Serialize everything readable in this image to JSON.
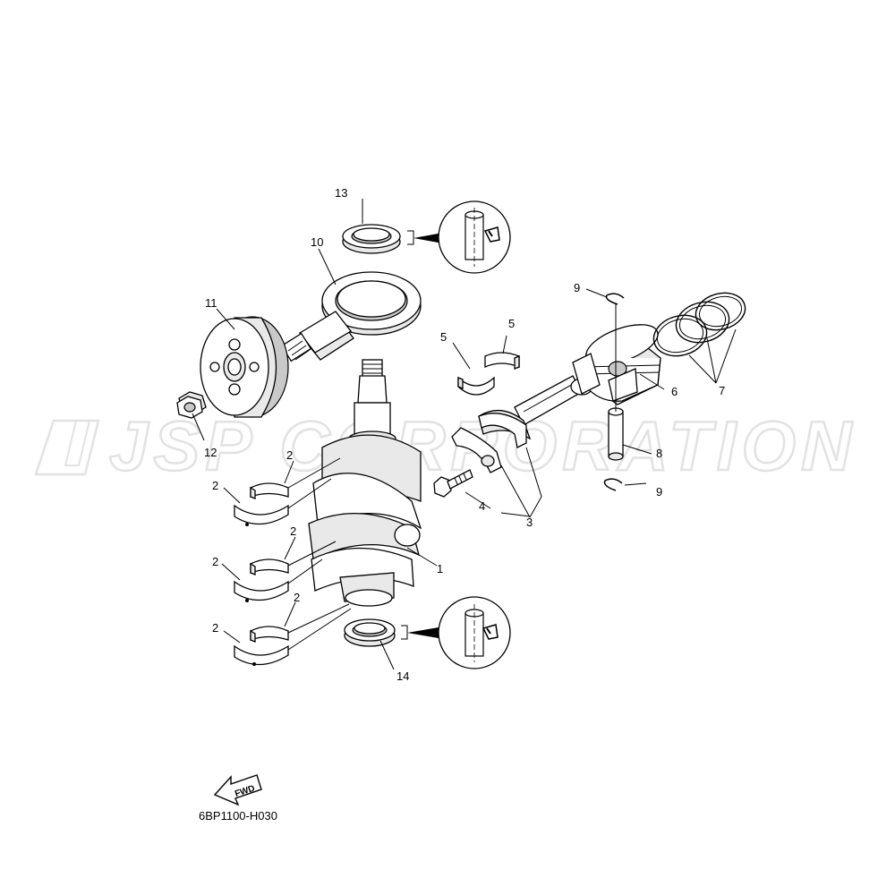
{
  "diagram": {
    "watermark": "JSP CORPORATION",
    "part_code": "6BP1100-H030",
    "fwd_label": "FWD",
    "callouts": {
      "c1": "1",
      "c2a": "2",
      "c2b": "2",
      "c2c": "2",
      "c2d": "2",
      "c2e": "2",
      "c2f": "2",
      "c3": "3",
      "c4": "4",
      "c5a": "5",
      "c5b": "5",
      "c6": "6",
      "c7": "7",
      "c8": "8",
      "c9a": "9",
      "c9b": "9",
      "c10": "10",
      "c11": "11",
      "c12": "12",
      "c13": "13",
      "c14": "14"
    }
  }
}
